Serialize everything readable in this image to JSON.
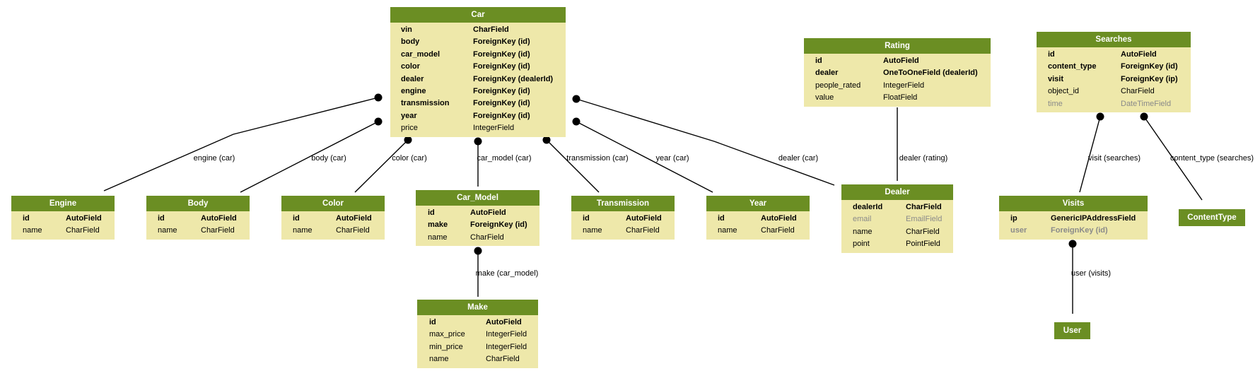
{
  "models": [
    {
      "key": "car",
      "title": "Car",
      "fields": [
        {
          "name": "vin",
          "type": "CharField",
          "bold": true
        },
        {
          "name": "body",
          "type": "ForeignKey (id)",
          "bold": true
        },
        {
          "name": "car_model",
          "type": "ForeignKey (id)",
          "bold": true
        },
        {
          "name": "color",
          "type": "ForeignKey (id)",
          "bold": true
        },
        {
          "name": "dealer",
          "type": "ForeignKey (dealerId)",
          "bold": true
        },
        {
          "name": "engine",
          "type": "ForeignKey (id)",
          "bold": true
        },
        {
          "name": "transmission",
          "type": "ForeignKey (id)",
          "bold": true
        },
        {
          "name": "year",
          "type": "ForeignKey (id)",
          "bold": true
        },
        {
          "name": "price",
          "type": "IntegerField"
        }
      ]
    },
    {
      "key": "rating",
      "title": "Rating",
      "fields": [
        {
          "name": "id",
          "type": "AutoField",
          "bold": true
        },
        {
          "name": "dealer",
          "type": "OneToOneField (dealerId)",
          "bold": true
        },
        {
          "name": "people_rated",
          "type": "IntegerField"
        },
        {
          "name": "value",
          "type": "FloatField"
        }
      ]
    },
    {
      "key": "searches",
      "title": "Searches",
      "fields": [
        {
          "name": "id",
          "type": "AutoField",
          "bold": true
        },
        {
          "name": "content_type",
          "type": "ForeignKey (id)",
          "bold": true
        },
        {
          "name": "visit",
          "type": "ForeignKey (ip)",
          "bold": true
        },
        {
          "name": "object_id",
          "type": "CharField"
        },
        {
          "name": "time",
          "type": "DateTimeField",
          "muted": true
        }
      ]
    },
    {
      "key": "engine",
      "title": "Engine",
      "fields": [
        {
          "name": "id",
          "type": "AutoField",
          "bold": true
        },
        {
          "name": "name",
          "type": "CharField"
        }
      ]
    },
    {
      "key": "body",
      "title": "Body",
      "fields": [
        {
          "name": "id",
          "type": "AutoField",
          "bold": true
        },
        {
          "name": "name",
          "type": "CharField"
        }
      ]
    },
    {
      "key": "color",
      "title": "Color",
      "fields": [
        {
          "name": "id",
          "type": "AutoField",
          "bold": true
        },
        {
          "name": "name",
          "type": "CharField"
        }
      ]
    },
    {
      "key": "car_model",
      "title": "Car_Model",
      "fields": [
        {
          "name": "id",
          "type": "AutoField",
          "bold": true
        },
        {
          "name": "make",
          "type": "ForeignKey (id)",
          "bold": true
        },
        {
          "name": "name",
          "type": "CharField"
        }
      ]
    },
    {
      "key": "transmission",
      "title": "Transmission",
      "fields": [
        {
          "name": "id",
          "type": "AutoField",
          "bold": true
        },
        {
          "name": "name",
          "type": "CharField"
        }
      ]
    },
    {
      "key": "year",
      "title": "Year",
      "fields": [
        {
          "name": "id",
          "type": "AutoField",
          "bold": true
        },
        {
          "name": "name",
          "type": "CharField"
        }
      ]
    },
    {
      "key": "dealer",
      "title": "Dealer",
      "fields": [
        {
          "name": "dealerId",
          "type": "CharField",
          "bold": true
        },
        {
          "name": "email",
          "type": "EmailField",
          "muted": true
        },
        {
          "name": "name",
          "type": "CharField"
        },
        {
          "name": "point",
          "type": "PointField"
        }
      ]
    },
    {
      "key": "visits",
      "title": "Visits",
      "fields": [
        {
          "name": "ip",
          "type": "GenericIPAddressField",
          "bold": true
        },
        {
          "name": "user",
          "type": "ForeignKey (id)",
          "bold": true,
          "muted": true
        }
      ]
    },
    {
      "key": "contenttype",
      "title": "ContentType",
      "fields": []
    },
    {
      "key": "make",
      "title": "Make",
      "fields": [
        {
          "name": "id",
          "type": "AutoField",
          "bold": true
        },
        {
          "name": "max_price",
          "type": "IntegerField"
        },
        {
          "name": "min_price",
          "type": "IntegerField"
        },
        {
          "name": "name",
          "type": "CharField"
        }
      ]
    },
    {
      "key": "user",
      "title": "User",
      "fields": []
    }
  ],
  "edges": [
    {
      "label": "engine (car)"
    },
    {
      "label": "body (car)"
    },
    {
      "label": "color (car)"
    },
    {
      "label": "car_model (car)"
    },
    {
      "label": "transmission (car)"
    },
    {
      "label": "year (car)"
    },
    {
      "label": "dealer (car)"
    },
    {
      "label": "dealer (rating)"
    },
    {
      "label": "visit (searches)"
    },
    {
      "label": "content_type (searches)"
    },
    {
      "label": "make (car_model)"
    },
    {
      "label": "user (visits)"
    }
  ],
  "colors": {
    "header": "#6b8e23",
    "body": "#eee8aa",
    "muted": "#8a8a8a",
    "line": "#000000"
  }
}
